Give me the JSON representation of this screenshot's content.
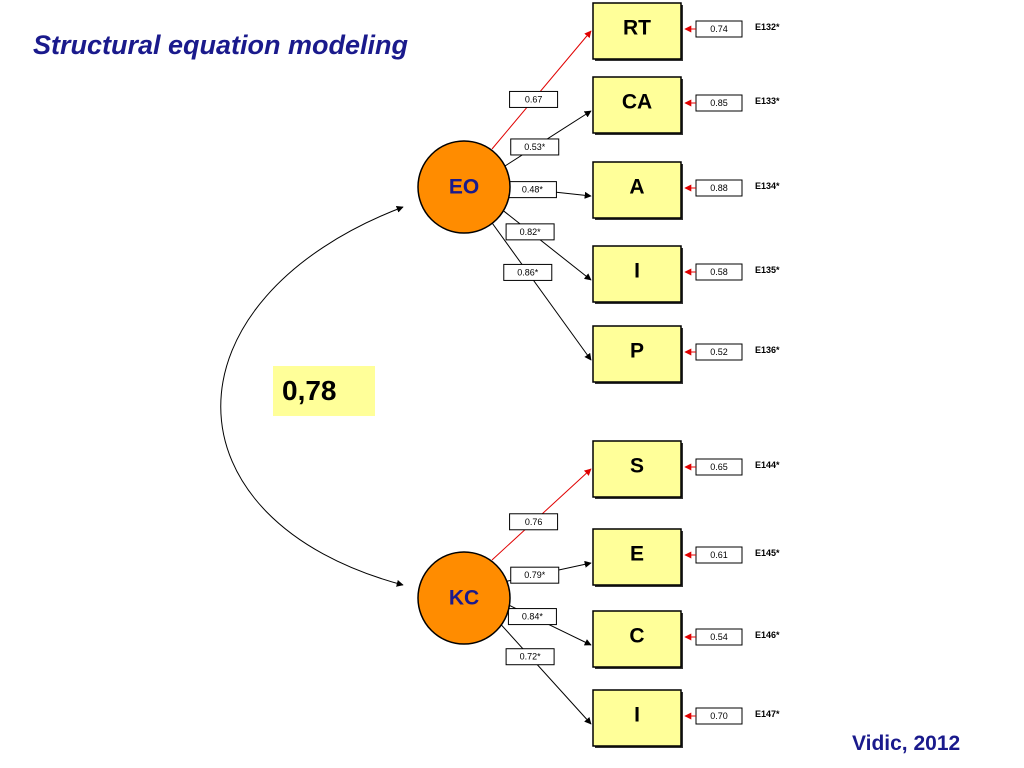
{
  "title": "Structural equation modeling",
  "credit": "Vidic, 2012",
  "correlation": "0,78",
  "factors": [
    {
      "name": "EO",
      "indicators": [
        {
          "name": "RT",
          "loading": "0.67",
          "error_var": "0.74",
          "error_label": "E132*"
        },
        {
          "name": "CA",
          "loading": "0.53*",
          "error_var": "0.85",
          "error_label": "E133*"
        },
        {
          "name": "A",
          "loading": "0.48*",
          "error_var": "0.88",
          "error_label": "E134*"
        },
        {
          "name": "I",
          "loading": "0.82*",
          "error_var": "0.58",
          "error_label": "E135*"
        },
        {
          "name": "P",
          "loading": "0.86*",
          "error_var": "0.52",
          "error_label": "E136*"
        }
      ]
    },
    {
      "name": "KC",
      "indicators": [
        {
          "name": "S",
          "loading": "0.76",
          "error_var": "0.65",
          "error_label": "E144*"
        },
        {
          "name": "E",
          "loading": "0.79*",
          "error_var": "0.61",
          "error_label": "E145*"
        },
        {
          "name": "C",
          "loading": "0.84*",
          "error_var": "0.54",
          "error_label": "E146*"
        },
        {
          "name": "I",
          "loading": "0.72*",
          "error_var": "0.70",
          "error_label": "E147*"
        }
      ]
    }
  ],
  "colors": {
    "title": "#1a1a8c",
    "factor_fill": "#ff8c00",
    "indicator_fill": "#ffff99",
    "fixed_path": "#e00000",
    "free_path": "#000000"
  }
}
